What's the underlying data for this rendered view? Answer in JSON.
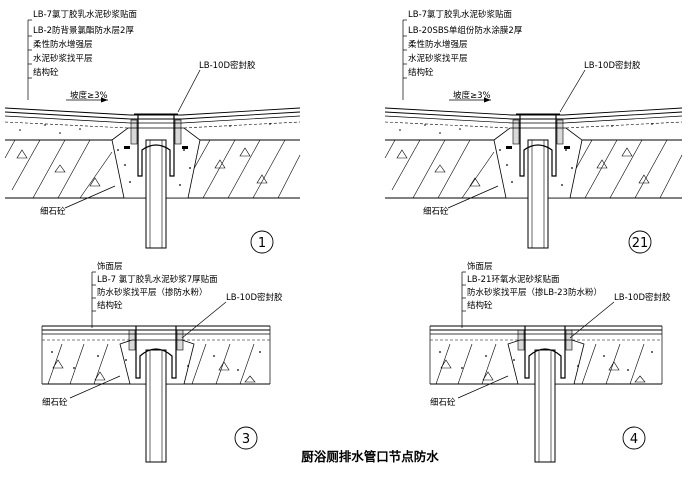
{
  "drawing_title": "厨浴厕排水管口节点防水",
  "details": [
    {
      "number": "1",
      "layers": [
        "LB-7氯丁胶乳水泥砂浆贴面",
        "LB-2防背景氯酯防水层2厚",
        "柔性防水增强层",
        "水泥砂浆找平层",
        "结构砼"
      ],
      "sealant": "LB-10D密封胶",
      "slope": "坡度≥3%",
      "fill": "细石砼"
    },
    {
      "number": "21",
      "layers": [
        "LB-7氯丁胶乳水泥砂浆贴面",
        "LB-20SBS单组份防水涂膜2厚",
        "柔性防水增强层",
        "水泥砂浆找平层",
        "结构砼"
      ],
      "sealant": "LB-10D密封胶",
      "slope": "坡度≥3%",
      "fill": "细石砼"
    },
    {
      "number": "3",
      "layers": [
        "饰面层",
        "LB-7 氯丁胶乳水泥砂浆7厚贴面",
        "防水砂浆找平层（掺防水粉）",
        "结构砼"
      ],
      "sealant": "LB-10D密封胶",
      "fill": "细石砼"
    },
    {
      "number": "4",
      "layers": [
        "饰面层",
        "LB-21环氧水泥砂浆贴面",
        "防水砂浆找平层（掺LB-23防水粉）",
        "结构砼"
      ],
      "sealant": "LB-10D密封胶",
      "fill": "细石砼"
    }
  ]
}
